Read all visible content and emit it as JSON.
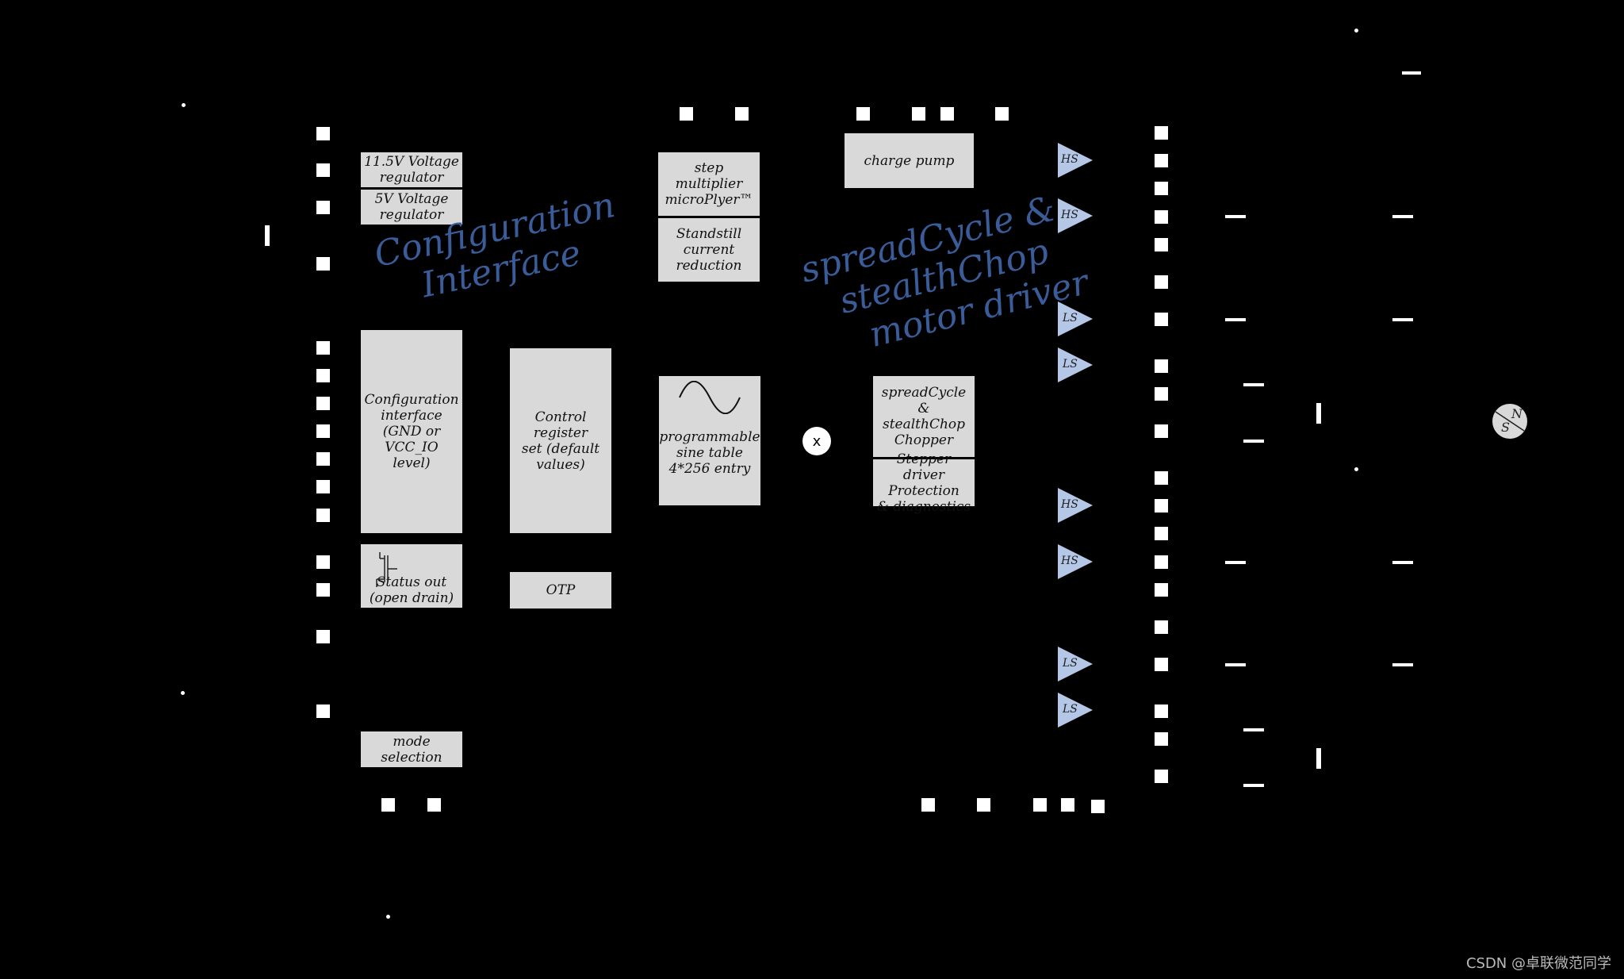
{
  "blocks": {
    "reg11": [
      "11.5V Voltage",
      "regulator"
    ],
    "reg5": [
      "5V Voltage",
      "regulator"
    ],
    "config_iface": [
      "Configuration",
      "interface",
      "(GND or VCC_IO",
      "level)"
    ],
    "status_out": [
      "Status out",
      "(open drain)"
    ],
    "mode_sel": [
      "mode selection"
    ],
    "ctrl_reg": [
      "Control register",
      "set (default",
      "values)"
    ],
    "otp": [
      "OTP"
    ],
    "step_mult": [
      "step multiplier",
      "microPlyer™"
    ],
    "standstill": [
      "Standstill",
      "current",
      "reduction"
    ],
    "sine_table": [
      "programmable",
      "sine table",
      "4*256 entry"
    ],
    "charge_pump": [
      "charge pump"
    ],
    "chopper": [
      "spreadCycle &",
      "stealthChop",
      "Chopper"
    ],
    "protection": [
      "Stepper driver",
      "Protection",
      "& diagnostics"
    ]
  },
  "handwritten": {
    "config": [
      "Configuration",
      "Interface"
    ],
    "driver": [
      "spreadCycle &",
      "stealthChop",
      "motor driver"
    ]
  },
  "multiplier_symbol": "x",
  "drivers": [
    "HS",
    "HS",
    "LS",
    "LS",
    "HS",
    "HS",
    "LS",
    "LS"
  ],
  "motor": {
    "north": "N",
    "south": "S"
  },
  "watermark": "CSDN @卓联微范同学"
}
